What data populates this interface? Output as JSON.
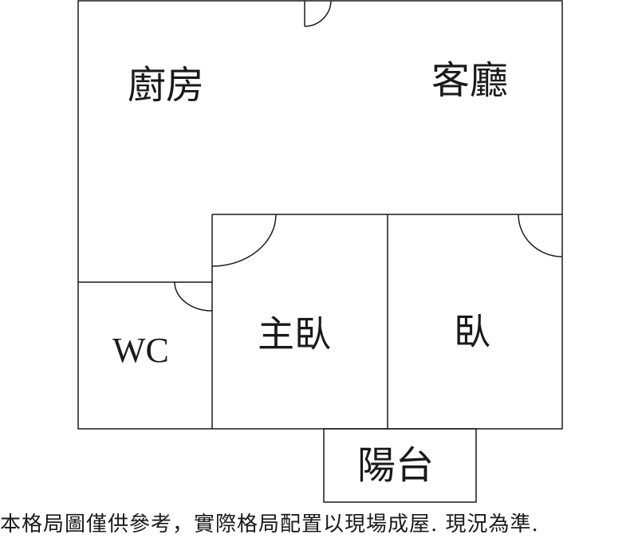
{
  "rooms": {
    "kitchen": "廚房",
    "living_room": "客廳",
    "master_bedroom": "主臥",
    "bedroom": "臥",
    "wc": "WC",
    "balcony": "陽台"
  },
  "disclaimer": "本格局圖僅供參考，實際格局配置以現場成屋. 現況為準.",
  "colors": {
    "line": "#1a1a1a",
    "background": "#ffffff"
  }
}
